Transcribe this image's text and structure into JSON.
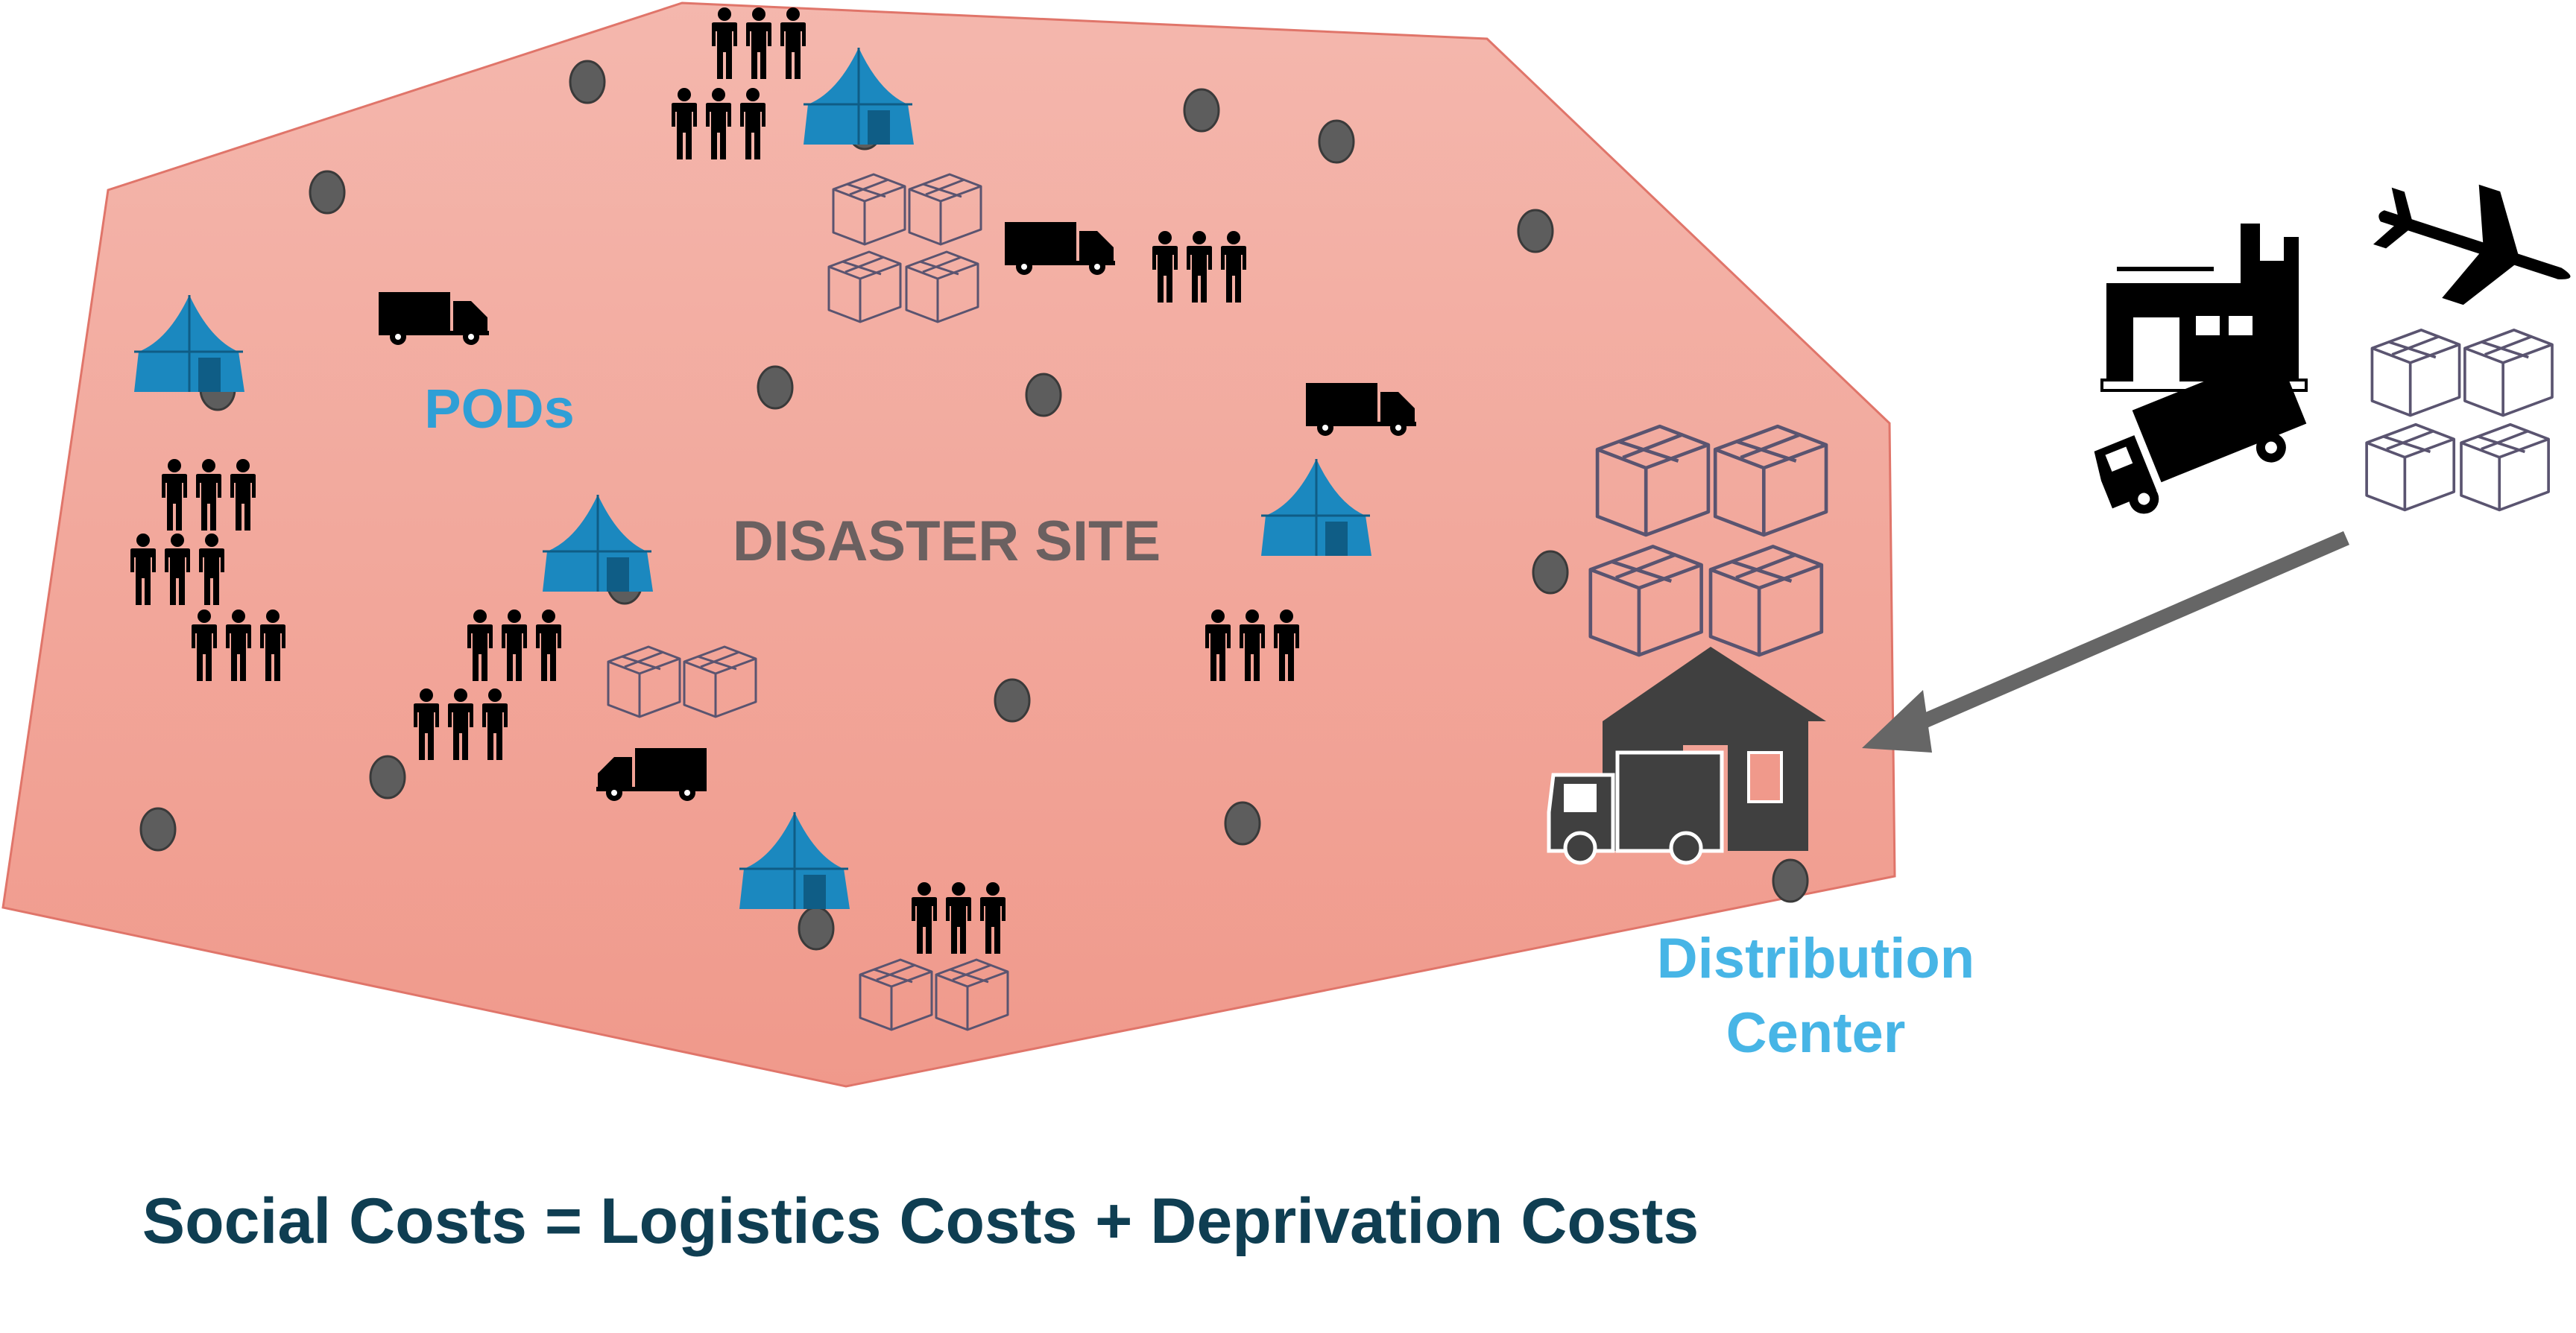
{
  "labels": {
    "disaster_site": "DISASTER SITE",
    "pods": "PODs",
    "distribution_center_line1": "Distribution",
    "distribution_center_line2": "Center"
  },
  "equation": "Social Costs = Logistics Costs + Deprivation Costs",
  "colors": {
    "region_top": "#f4b7ad",
    "region_bottom": "#f0998b",
    "region_border": "#e0756a",
    "tent": "#1b88bf",
    "label_blue": "#2f9fd6",
    "dist_label": "#47b5e6",
    "site_label": "#6b6060",
    "dots": "#5d5d5d",
    "equation": "#0f3e52",
    "dark_icon": "#404040",
    "arrow": "#666666"
  },
  "icons": [
    "tent-icon",
    "people-icon",
    "box-icon",
    "truck-icon",
    "dot-icon",
    "warehouse-icon",
    "factory-icon",
    "airplane-icon",
    "arrow-icon"
  ]
}
